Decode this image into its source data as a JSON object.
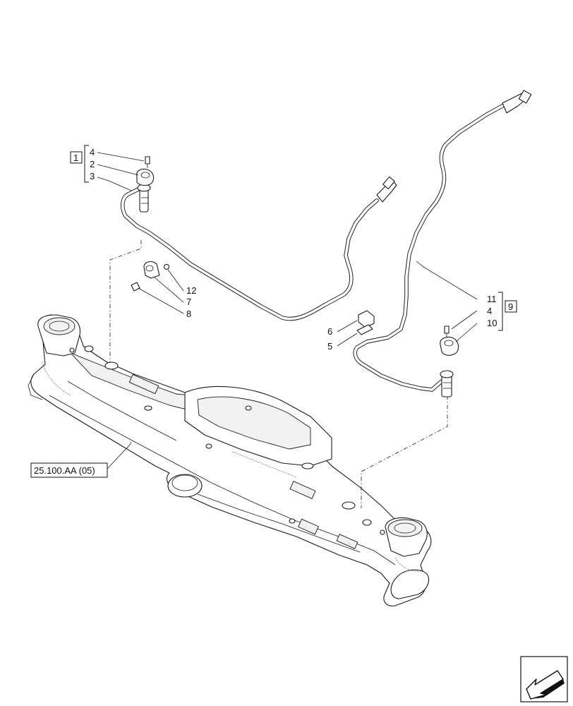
{
  "diagram": {
    "callouts": [
      {
        "id": "c4a",
        "text": "4"
      },
      {
        "id": "c2",
        "text": "2"
      },
      {
        "id": "c3",
        "text": "3"
      },
      {
        "id": "c12",
        "text": "12"
      },
      {
        "id": "c7",
        "text": "7"
      },
      {
        "id": "c8",
        "text": "8"
      },
      {
        "id": "c6",
        "text": "6"
      },
      {
        "id": "c5",
        "text": "5"
      },
      {
        "id": "c11",
        "text": "11"
      },
      {
        "id": "c4b",
        "text": "4"
      },
      {
        "id": "c10",
        "text": "10"
      }
    ],
    "group_boxes": [
      {
        "id": "g1",
        "text": "1"
      },
      {
        "id": "g9",
        "text": "9"
      }
    ],
    "reference_label": "25.100.AA (05)"
  }
}
